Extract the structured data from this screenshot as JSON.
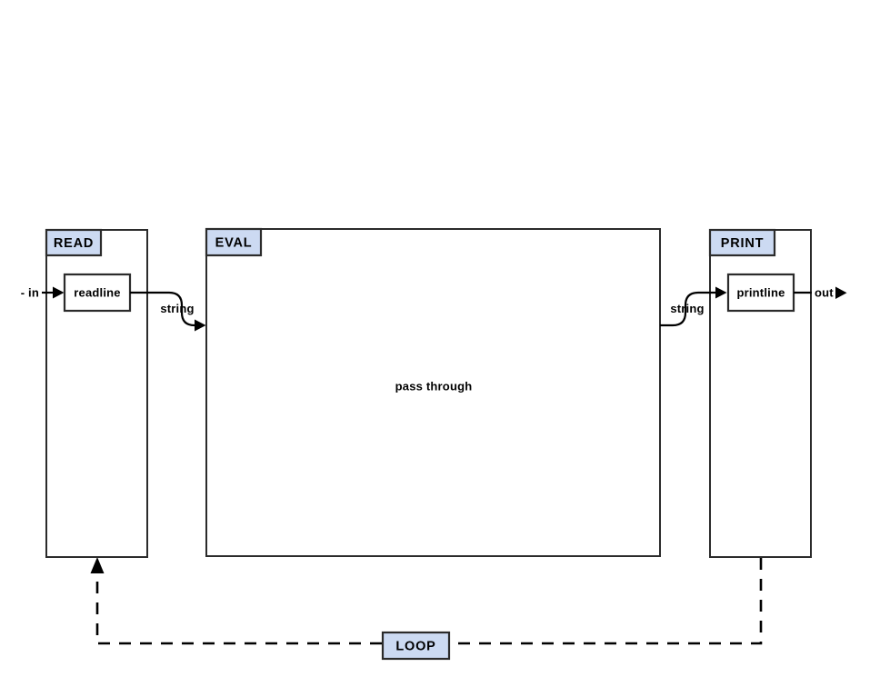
{
  "diagram": {
    "kind": "repl-flow",
    "colors": {
      "tab_fill": "#ccdaf2",
      "line": "#2b2b2b",
      "background": "#ffffff",
      "text": "#000000"
    },
    "stages": {
      "read": {
        "title": "READ",
        "node_label": "readline"
      },
      "eval": {
        "title": "EVAL",
        "note": "pass through"
      },
      "print": {
        "title": "PRINT",
        "node_label": "printline"
      }
    },
    "loop": {
      "title": "LOOP"
    },
    "io": {
      "input_label": "- in",
      "output_label": "out"
    },
    "edges": {
      "read_to_eval_label": "string",
      "eval_to_print_label": "string"
    },
    "icons": {
      "input_arrow": "filled-right-triangle",
      "read_to_eval_arrow": "filled-right-triangle",
      "eval_to_print_arrow": "filled-right-triangle",
      "output_arrow": "filled-right-triangle",
      "loop_arrow": "filled-up-triangle"
    }
  }
}
